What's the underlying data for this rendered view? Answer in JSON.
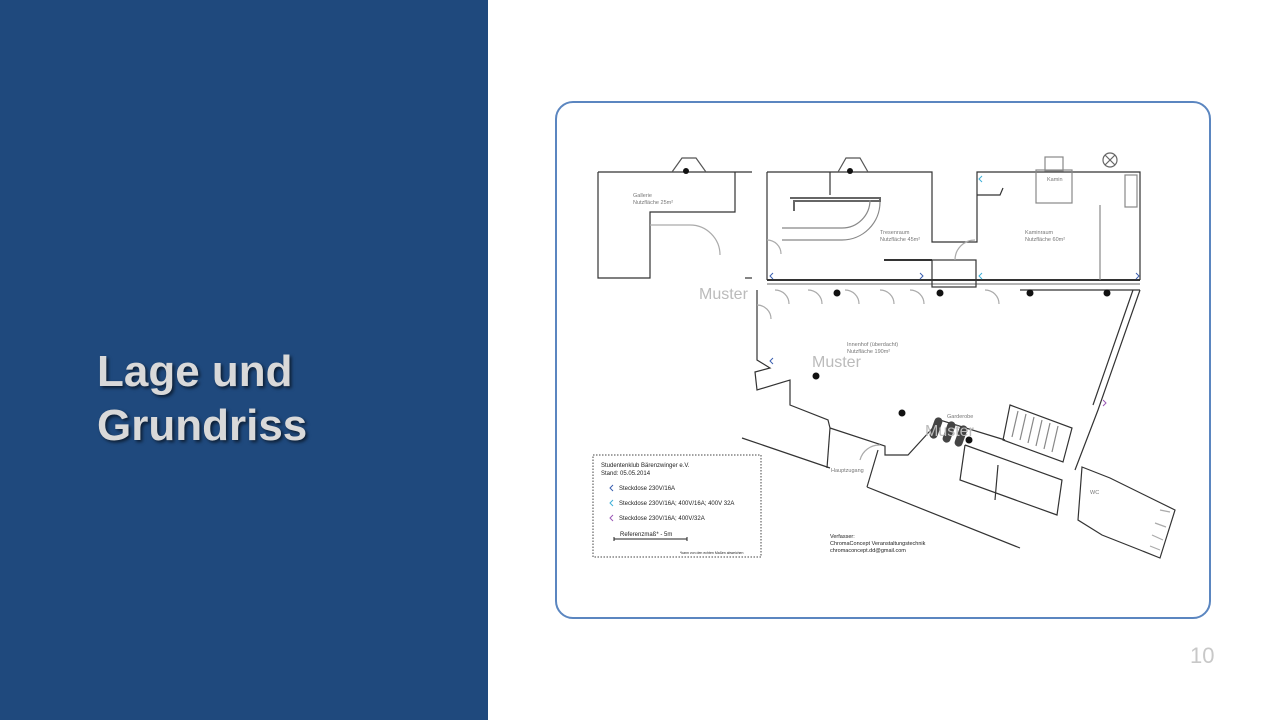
{
  "slide": {
    "title_line1": "Lage und",
    "title_line2": "Grundriss",
    "page_number": "10"
  },
  "floorplan": {
    "rooms": {
      "gallerie": "Gallerie",
      "gallerie_area": "Nutzfläche 25m²",
      "tresenraum": "Tresenraum",
      "tresenraum_area": "Nutzfläche 45m²",
      "kaminraum": "Kaminraum",
      "kaminraum_area": "Nutzfläche 60m²",
      "kamin": "Kamin",
      "innenhof": "Innenhof (überdacht)",
      "innenhof_area": "Nutzfläche 190m²",
      "garderobe": "Garderobe",
      "hauptzugang": "Hauptzugang",
      "wc": "WC"
    },
    "watermark": "Muster",
    "legend": {
      "club": "Studentenklub Bärenzwinger e.V.",
      "date": "Stand: 05.05.2014",
      "items": [
        {
          "label": "Steckdose 230V/16A",
          "color": "#3b5fb0"
        },
        {
          "label": "Steckdose 230V/16A; 400V/16A; 400V 32A",
          "color": "#3fb0d8"
        },
        {
          "label": "Steckdose 230V/16A; 400V/32A",
          "color": "#9b59b6"
        }
      ],
      "scale": "Referenzmaß* - 5m",
      "footnote": "*kann von den echten Maßen abweichen"
    },
    "author": {
      "label": "Verfasser:",
      "company": "ChromaConcept Veranstaltungstechnik",
      "email": "chromaconcept.dd@gmail.com"
    }
  },
  "colors": {
    "panel": "#1f497d",
    "border": "#5b86c0"
  }
}
